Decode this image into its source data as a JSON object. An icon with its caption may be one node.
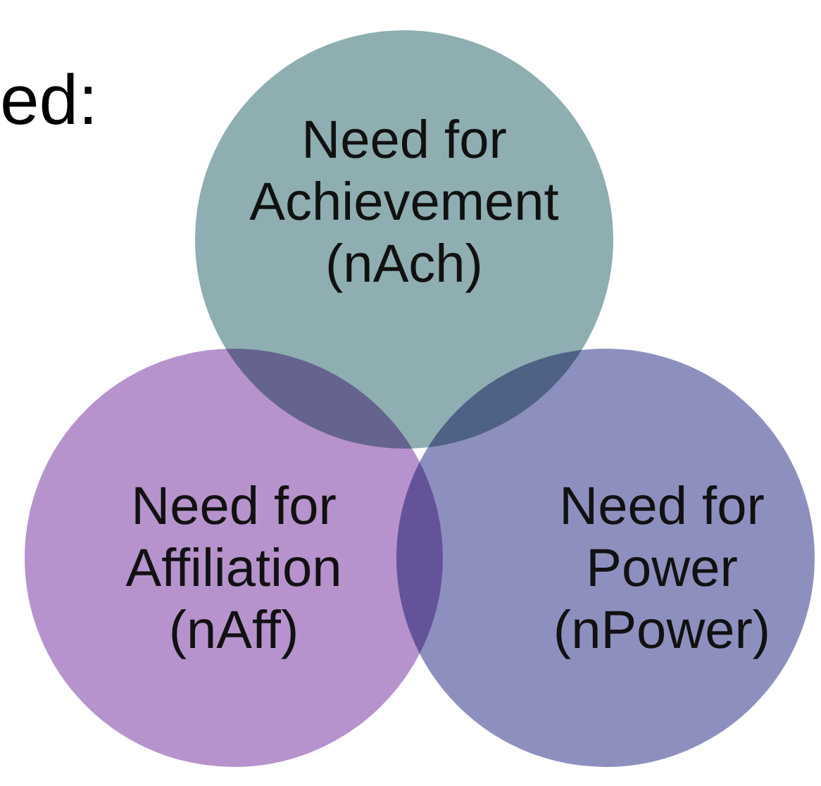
{
  "diagram": {
    "nodes": [
      {
        "text": [
          "Need for Achievement (nAch)"
        ]
      },
      {
        "text": [
          "Need for Affiliation (nAff)"
        ]
      },
      {
        "text": [
          "Need for Power (nPower)"
        ]
      }
    ],
    "labels": [
      "ed:"
    ]
  }
}
